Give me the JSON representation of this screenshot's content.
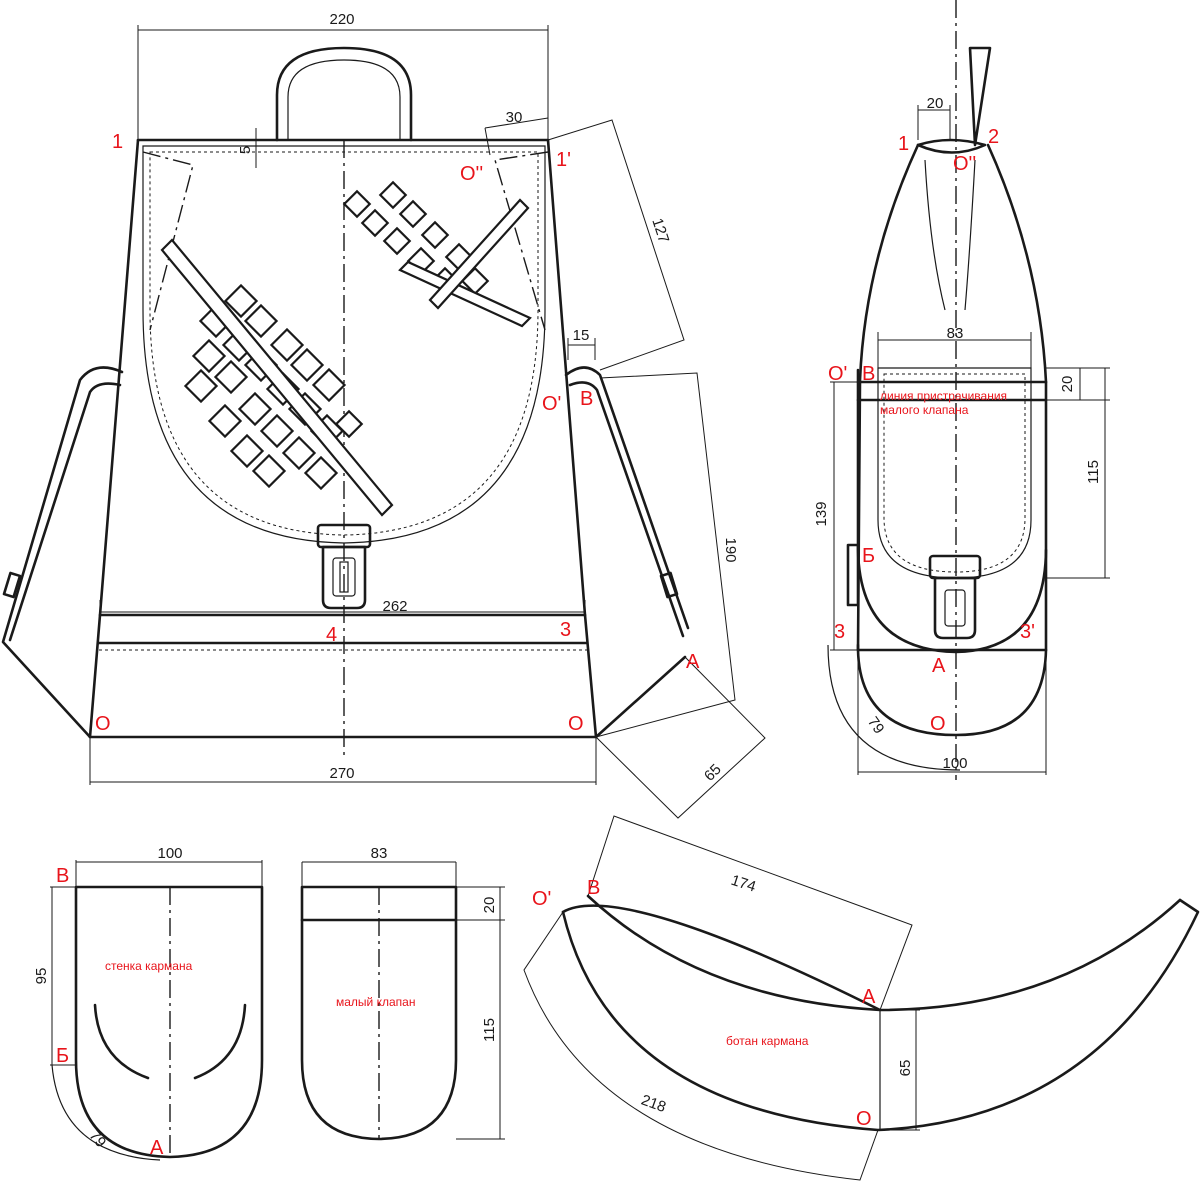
{
  "diagram": {
    "dimensions": {
      "top_width": "220",
      "flap_offset": "5",
      "corner_30": "30",
      "arc_127": "127",
      "offset_15": "15",
      "height_190": "190",
      "width_262": "262",
      "bottom_270": "270",
      "gusset_65": "65",
      "side_20": "20",
      "side_83": "83",
      "side_20b": "20",
      "side_115": "115",
      "side_139": "139",
      "arc_79": "79",
      "side_100": "100",
      "wall_100": "100",
      "wall_95": "95",
      "wall_79": "79",
      "flap_83": "83",
      "flap_20": "20",
      "flap_115": "115",
      "bottom_174": "174",
      "bottom_218": "218",
      "bottom_65": "65"
    },
    "points": {
      "p1": "1",
      "p1p": "1'",
      "opp": "O''",
      "op": "O'",
      "v": "В",
      "p3": "3",
      "p4": "4",
      "a": "А",
      "o_left": "О",
      "o_right": "О",
      "s1": "1",
      "s2": "2",
      "s_opp": "O''",
      "s_op": "O'",
      "s_v": "В",
      "s_b": "Б",
      "s_3": "3",
      "s_3p": "3'",
      "s_a": "А",
      "s_o": "О",
      "w_v": "В",
      "w_b": "Б",
      "w_a": "А",
      "b_op": "O'",
      "b_v": "В",
      "b_a": "А",
      "b_o": "О"
    },
    "labels": {
      "stitch_line_1": "линия пристрачивания",
      "stitch_line_2": "малого клапана",
      "pocket_wall": "стенка кармана",
      "small_flap": "малый клапан",
      "pocket_bottom": "ботан кармана"
    }
  }
}
